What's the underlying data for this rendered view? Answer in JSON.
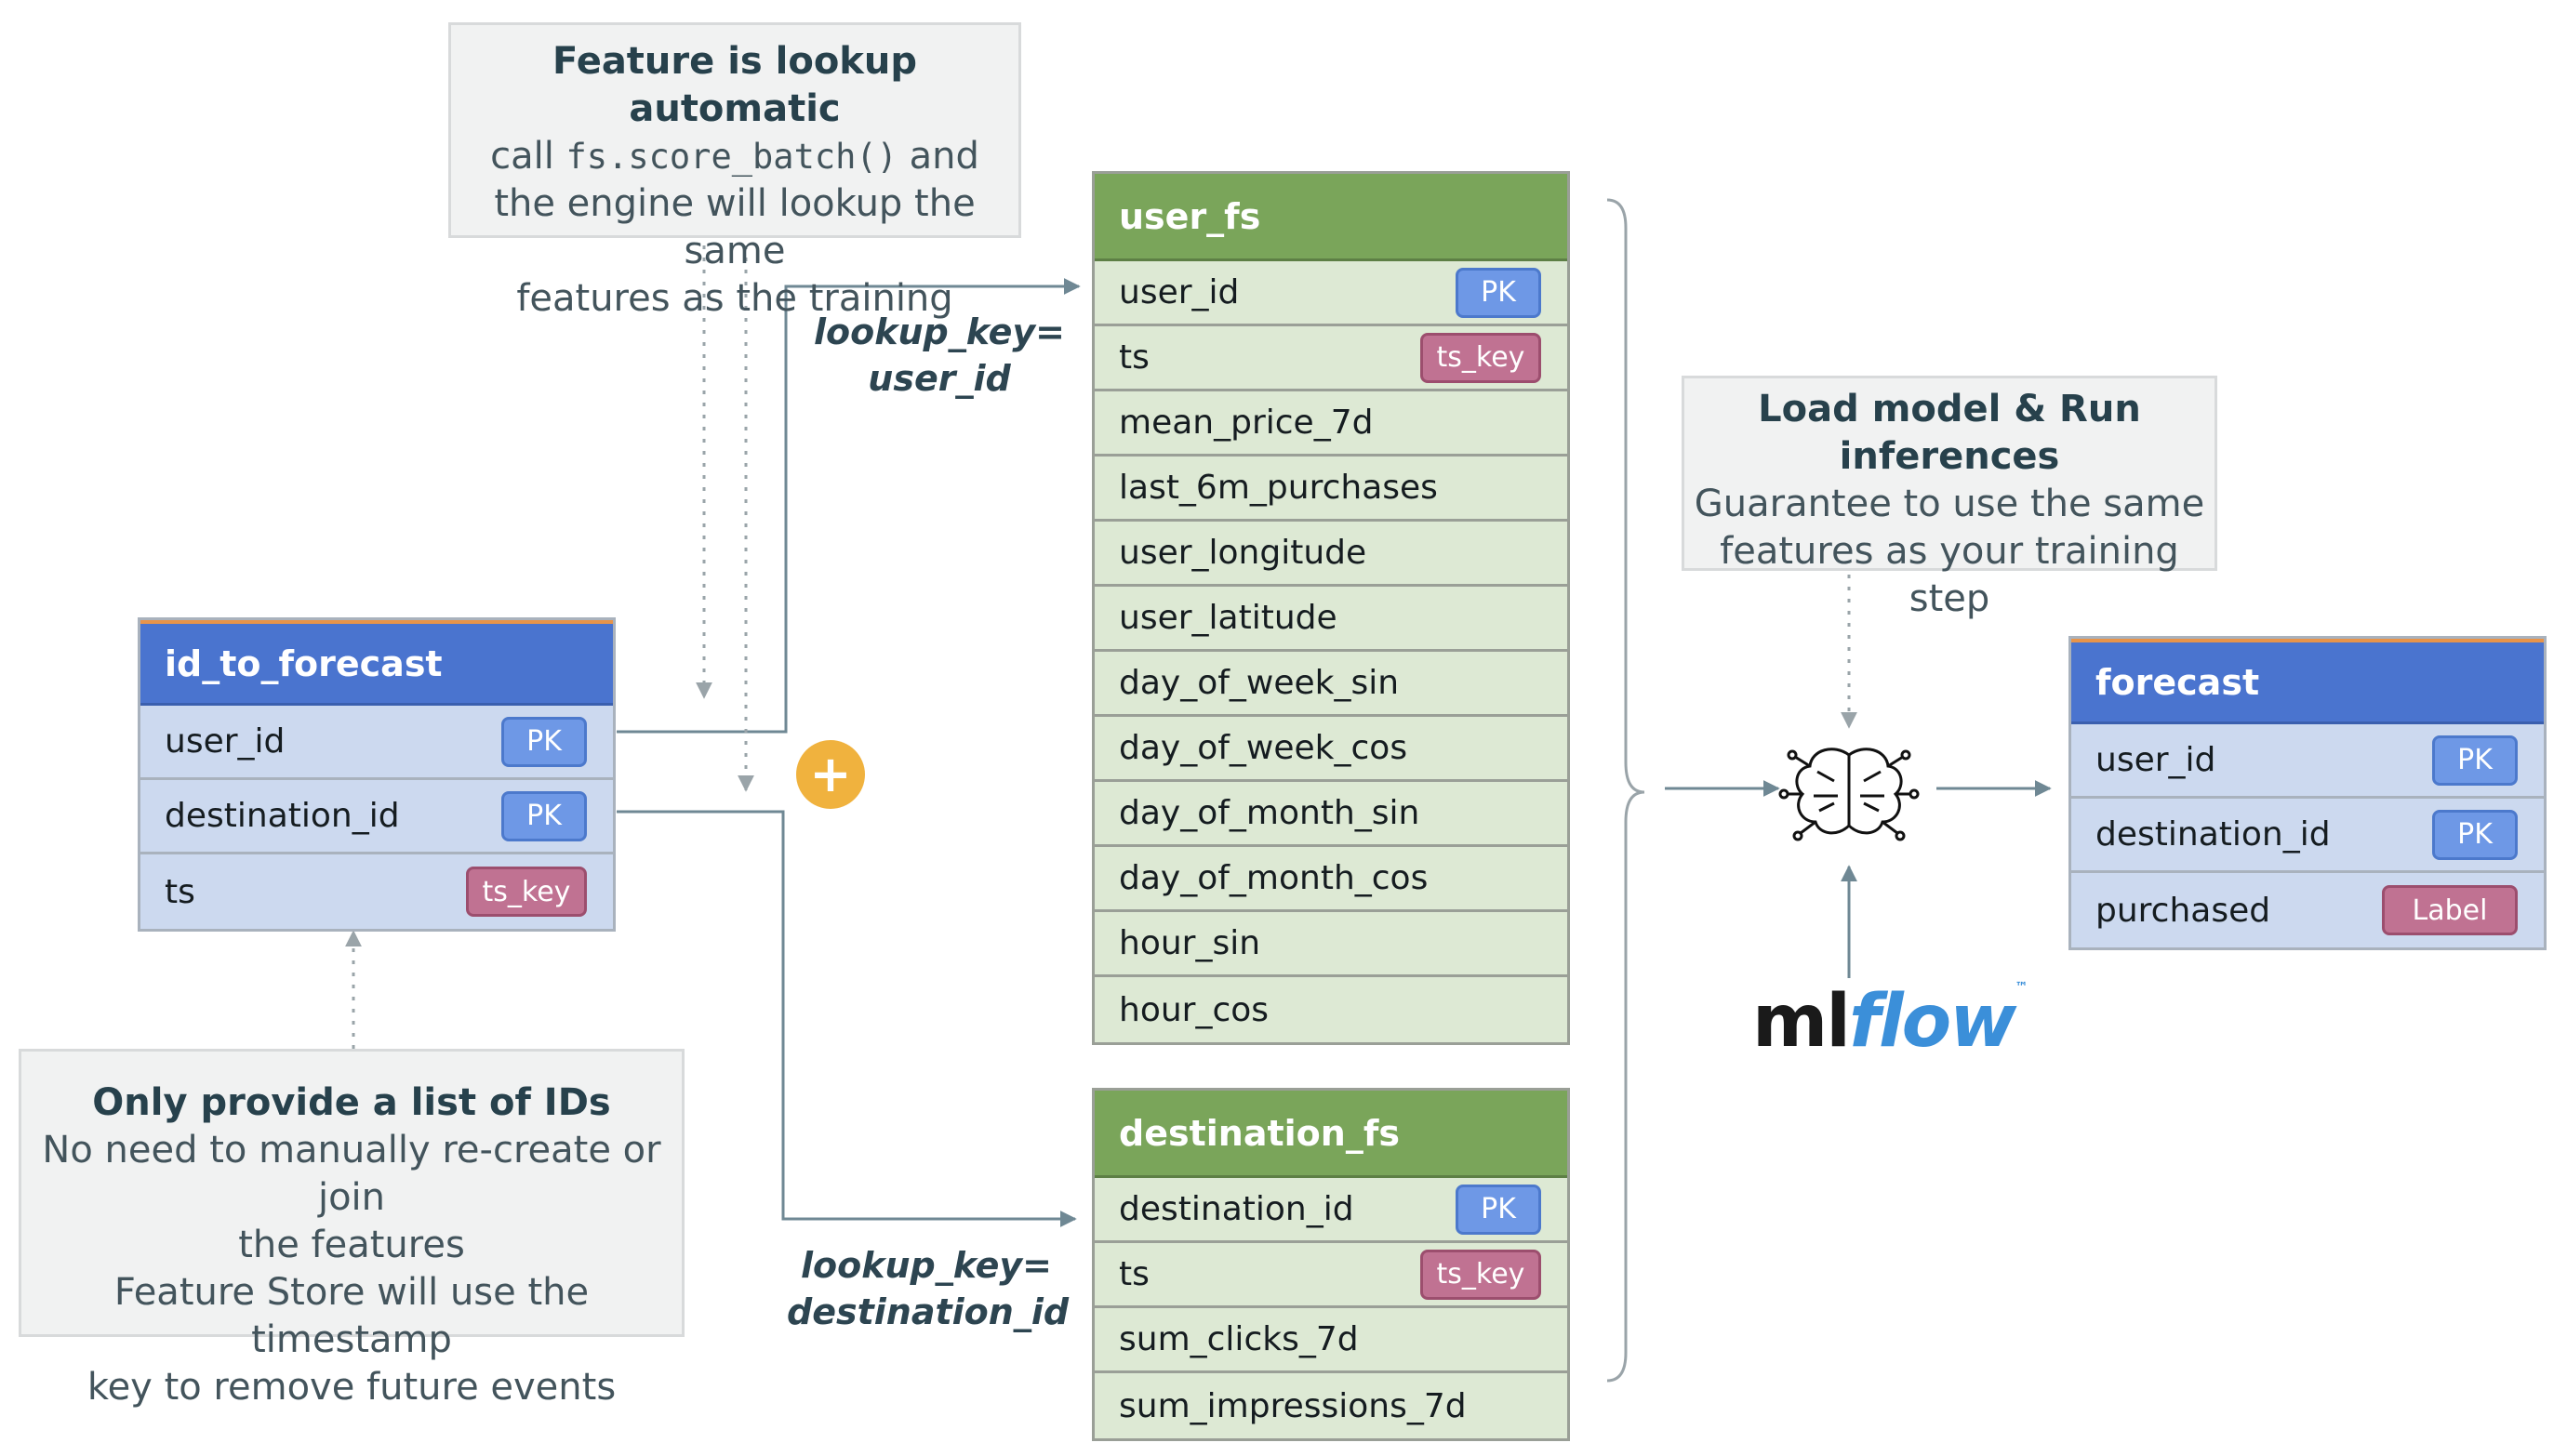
{
  "notes": {
    "lookup_auto": {
      "title": "Feature is lookup automatic",
      "line1_pre": "call ",
      "line1_code": "fs.score_batch()",
      "line1_post": " and",
      "line2": "the engine will lookup the same",
      "line3": "features as the training"
    },
    "load_model": {
      "title_line1": "Load model & Run",
      "title_line2": "inferences",
      "line1": "Guarantee to use the same",
      "line2": "features as your training step"
    },
    "ids_only": {
      "title": "Only provide a list of IDs",
      "line1": "No need to manually re-create or join",
      "line2": "the features",
      "line3": "Feature Store will use the timestamp",
      "line4": "key to remove future events"
    }
  },
  "lookups": {
    "user": {
      "line1": "lookup_key=",
      "line2": "user_id"
    },
    "destination": {
      "line1": "lookup_key=",
      "line2": "destination_id"
    }
  },
  "tables": {
    "id_to_forecast": {
      "title": "id_to_forecast",
      "rows": [
        {
          "name": "user_id",
          "badge": "PK"
        },
        {
          "name": "destination_id",
          "badge": "PK"
        },
        {
          "name": "ts",
          "badge": "ts_key"
        }
      ]
    },
    "user_fs": {
      "title": "user_fs",
      "rows": [
        {
          "name": "user_id",
          "badge": "PK"
        },
        {
          "name": "ts",
          "badge": "ts_key"
        },
        {
          "name": "mean_price_7d"
        },
        {
          "name": "last_6m_purchases"
        },
        {
          "name": "user_longitude"
        },
        {
          "name": "user_latitude"
        },
        {
          "name": "day_of_week_sin"
        },
        {
          "name": "day_of_week_cos"
        },
        {
          "name": "day_of_month_sin"
        },
        {
          "name": "day_of_month_cos"
        },
        {
          "name": "hour_sin"
        },
        {
          "name": "hour_cos"
        }
      ]
    },
    "destination_fs": {
      "title": "destination_fs",
      "rows": [
        {
          "name": "destination_id",
          "badge": "PK"
        },
        {
          "name": "ts",
          "badge": "ts_key"
        },
        {
          "name": "sum_clicks_7d"
        },
        {
          "name": "sum_impressions_7d"
        }
      ]
    },
    "forecast": {
      "title": "forecast",
      "rows": [
        {
          "name": "user_id",
          "badge": "PK"
        },
        {
          "name": "destination_id",
          "badge": "PK"
        },
        {
          "name": "purchased",
          "badge": "Label"
        }
      ]
    }
  },
  "plus_symbol": "+",
  "logo": {
    "ml": "ml",
    "flow": "flow",
    "tm": "™"
  },
  "icons": {
    "model": "brain-circuit-icon",
    "join": "plus-icon"
  },
  "colors": {
    "feature_table_header": "#7aa55a",
    "feature_table_body": "#dde9d4",
    "io_table_header": "#4a74cf",
    "io_table_body": "#ccd9ef",
    "pk_badge": "#6e98e6",
    "ts_badge": "#c07292",
    "plus": "#f0b23e",
    "connector": "#6f8894"
  }
}
